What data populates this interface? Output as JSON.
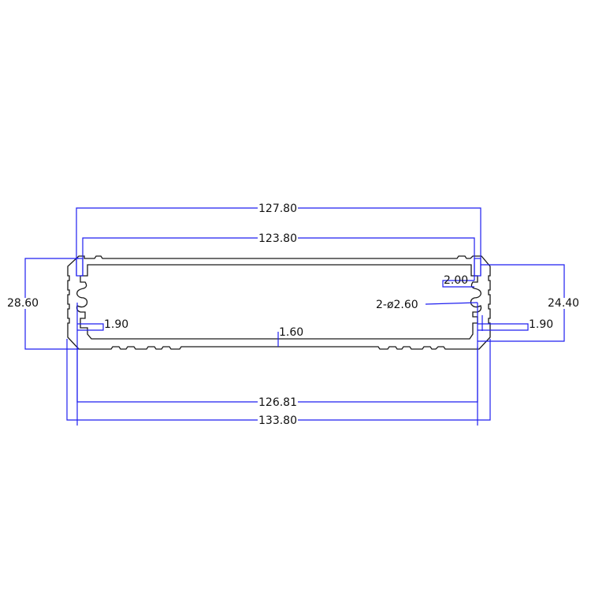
{
  "drawing": {
    "title": "Aluminum enclosure extrusion profile - cross section",
    "colors": {
      "profile_line": "#1a1a1a",
      "dimension_line": "#1f1ff0",
      "text": "#111111",
      "background": "#ffffff"
    },
    "dimensions": {
      "top_outer_width": "127.80",
      "top_inner_width": "123.80",
      "left_total_height": "28.60",
      "right_inner_height": "24.40",
      "slot_depth_right": "2.00",
      "hole_callout": "2-ø2.60",
      "left_rib_width": "1.90",
      "right_rib_width": "1.90",
      "wall_thickness": "1.60",
      "bottom_inner_width": "126.81",
      "bottom_overall_width": "133.80"
    }
  }
}
